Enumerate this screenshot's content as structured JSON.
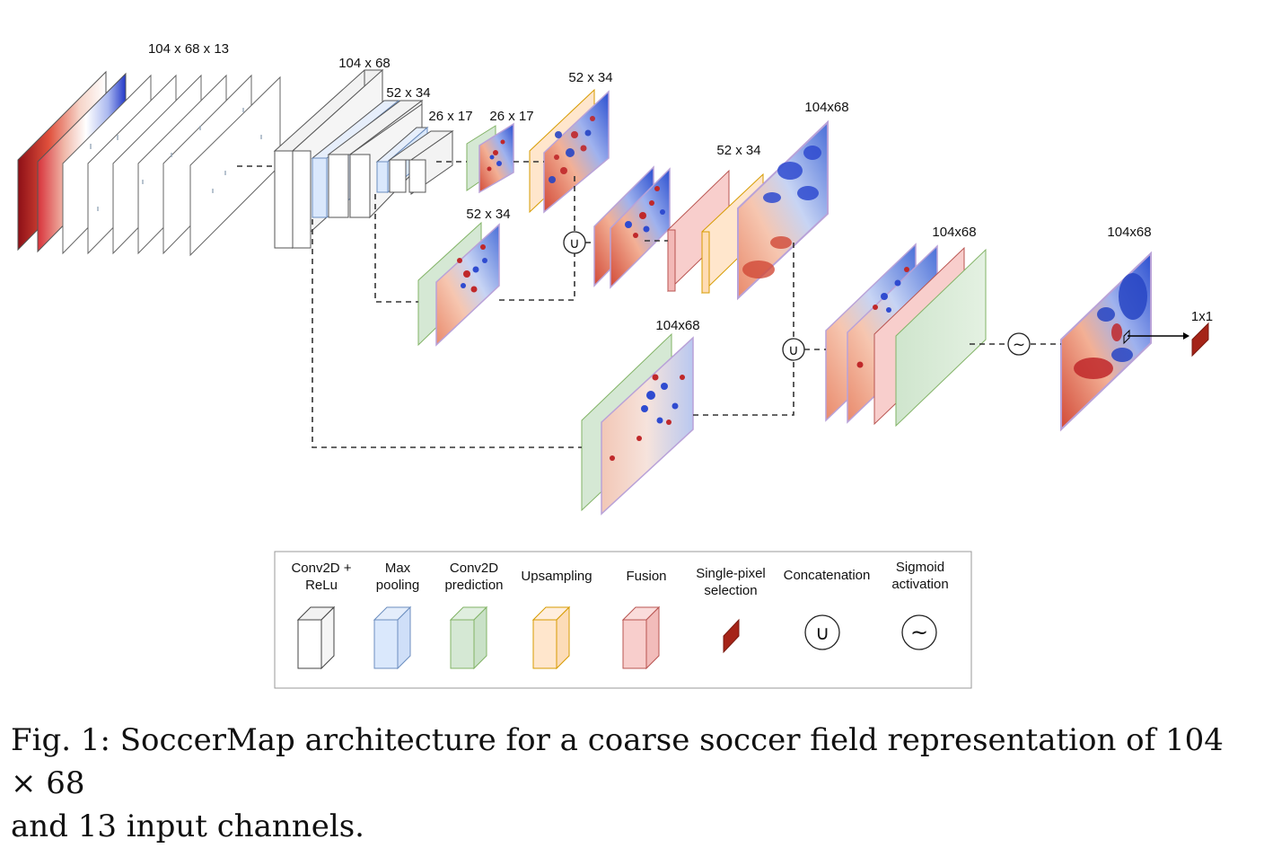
{
  "labels": {
    "input": "104 x 68 x 13",
    "enc1": "104 x 68",
    "enc2": "52 x 34",
    "enc3": "26 x 17",
    "pred3": "26 x 17",
    "up3": "52 x 34",
    "pred2": "52 x 34",
    "fuse2": "52 x 34",
    "up2": "104x68",
    "pred1": "104x68",
    "fuse1": "104x68",
    "out": "104x68",
    "pixel": "1x1"
  },
  "symbols": {
    "concat": "∪",
    "sigmoid": "~"
  },
  "legend": {
    "conv_line1": "Conv2D +",
    "conv_line2": "ReLu",
    "pool_line1": "Max",
    "pool_line2": "pooling",
    "pred_line1": "Conv2D",
    "pred_line2": "prediction",
    "upsampling": "Upsampling",
    "fusion": "Fusion",
    "pixel_line1": "Single-pixel",
    "pixel_line2": "selection",
    "concatenation": "Concatenation",
    "sig_line1": "Sigmoid",
    "sig_line2": "activation"
  },
  "caption": {
    "line1": "Fig. 1: SoccerMap architecture for a coarse soccer field representation of 104 × 68",
    "line2": "and 13 input channels."
  },
  "colors": {
    "conv": "#ffffff",
    "pool": "#dae8fc",
    "pred": "#d5e8d4",
    "upsample": "#ffe6cc",
    "fusion": "#f8cecc",
    "pixel": "#a52418",
    "heat_red": "#c8362e",
    "heat_blue": "#2f55c8"
  }
}
